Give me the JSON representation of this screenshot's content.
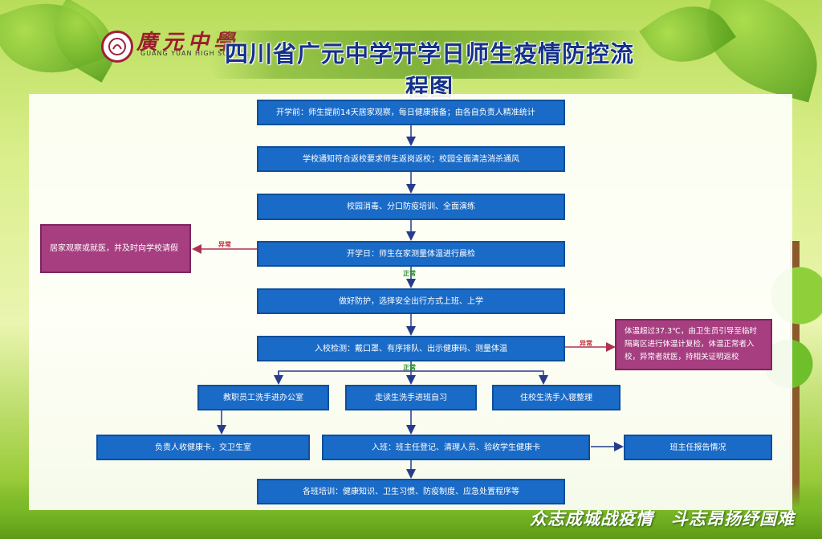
{
  "header": {
    "school_name": "廣元中學",
    "school_name_en": "GUANG YUAN HIGH SCHOOL",
    "title": "四川省广元中学开学日师生疫情防控流程图"
  },
  "flow": {
    "step1": "开学前：师生提前14天居家观察，每日健康报备；由各自负责人精准统计",
    "step2": "学校通知符合返校要求师生返岗返校；校园全面清洁消杀通风",
    "step3": "校园消毒、分口防疫培训、全面演练",
    "step4": "开学日：师生在家测量体温进行晨检",
    "step5": "做好防护，选择安全出行方式上班、上学",
    "step6": "入校检测：戴口罩、有序排队、出示健康码、测量体温",
    "branch_staff": "教职员工洗手进办公室",
    "branch_day": "走读生洗手进班自习",
    "branch_board": "住校生洗手入寝整理",
    "staff_card": "负责人收健康卡，交卫生室",
    "class_entry": "入班：班主任登记、清理人员、验收学生健康卡",
    "report": "班主任报告情况",
    "training": "各班培训：健康知识、卫生习惯、防疫制度、应急处置程序等",
    "abnormal_home": "居家观察或就医，并及时向学校请假",
    "abnormal_temp": "体温超过37.3℃，由卫生员引导至临时隔离区进行体温计复检，体温正常者入校，异常者就医，持相关证明返校",
    "label_abnormal": "异常",
    "label_normal": "正常"
  },
  "colors": {
    "box_blue": "#1a6bc7",
    "box_pink": "#a63e80",
    "arrow": "#283c8c",
    "arrow_red": "#b03050",
    "title": "#14318a"
  },
  "slogan": "众志成城战疫情　斗志昂扬纾国难"
}
